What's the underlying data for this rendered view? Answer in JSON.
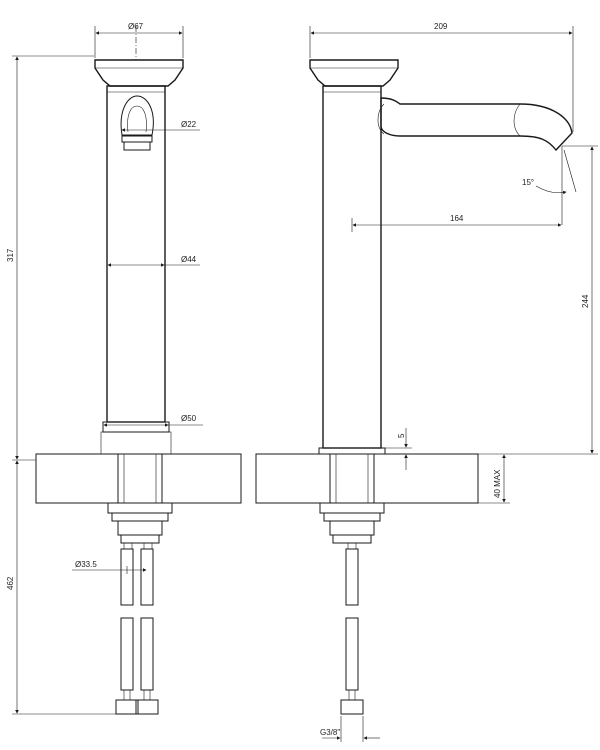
{
  "drawing": {
    "front_view": {
      "dim_top_diameter": "Ø67",
      "dim_spout_diameter": "Ø22",
      "dim_body_diameter": "Ø44",
      "dim_base_diameter": "Ø50",
      "dim_total_height": "317",
      "dim_below_counter": "462",
      "dim_hose_spacing": "Ø33.5"
    },
    "side_view": {
      "dim_total_width": "209",
      "dim_spout_angle": "15°",
      "dim_spout_reach": "164",
      "dim_spout_height": "244",
      "dim_base_offset": "5",
      "dim_counter_thickness": "40 MAX",
      "dim_connection_thread": "G3/8\""
    }
  }
}
